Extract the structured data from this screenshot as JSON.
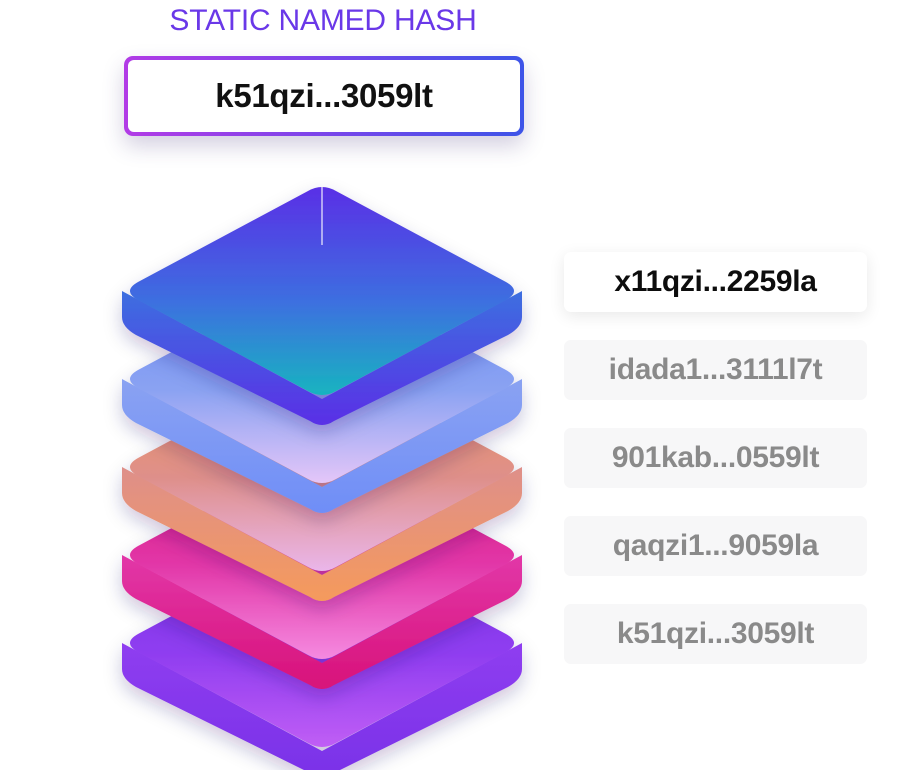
{
  "header": {
    "label": "STATIC NAMED HASH",
    "named_hash": "k51qzi...3059lt"
  },
  "hashes": [
    {
      "text": "x11qzi...2259la",
      "active": true
    },
    {
      "text": "idada1...3111l7t",
      "active": false
    },
    {
      "text": "901kab...0559lt",
      "active": false
    },
    {
      "text": "qaqzi1...9059la",
      "active": false
    },
    {
      "text": "k51qzi...3059lt",
      "active": false
    }
  ],
  "colors": {
    "label": "#6a38e8",
    "border_start": "#b23be6",
    "border_end": "#3d54e8",
    "layers": [
      {
        "top": "#5a2fe6",
        "mid": "#3d6fe0",
        "bottom": "#18b4c0"
      },
      {
        "top": "#6f8ef7",
        "mid": "#8aa2f2",
        "bottom": "#e4c6f8"
      },
      {
        "top": "#f59a5c",
        "mid": "#de8f8a",
        "bottom": "#eab6ea"
      },
      {
        "top": "#d8127a",
        "mid": "#e237a8",
        "bottom": "#f58ae0"
      },
      {
        "top": "#7a32e8",
        "mid": "#8f3df0",
        "bottom": "#c05ef5"
      }
    ]
  }
}
